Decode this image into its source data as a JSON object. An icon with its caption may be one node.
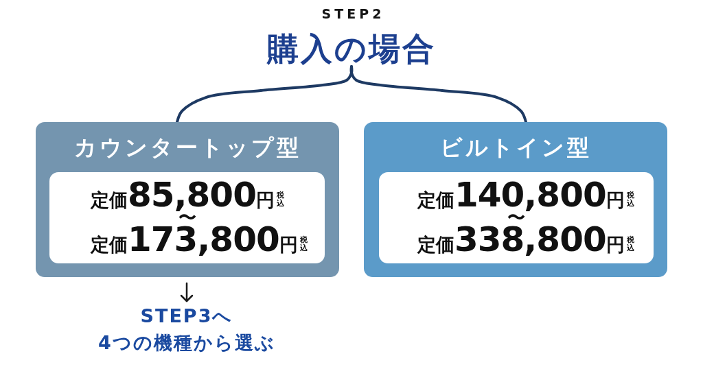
{
  "diagram": {
    "nodes": [
      {
        "text": [
          "購入の場合"
        ]
      },
      {
        "text": [
          "カウンタートップ型"
        ]
      },
      {
        "text": [
          "定価85,800円",
          "税込",
          "〜",
          "定価173,800円",
          "税込"
        ],
        "in": 1
      },
      {
        "text": [
          "ビルトイン型"
        ]
      },
      {
        "text": [
          "定価140,800円",
          "税込",
          "〜",
          "定価338,800円",
          "税込"
        ],
        "in": 3
      },
      {
        "text": [
          "STEP3へ 4つの機種から選ぶ"
        ]
      }
    ],
    "edges": [
      {
        "from": 0,
        "to": 1,
        "arrow": "none"
      },
      {
        "from": 0,
        "to": 3,
        "arrow": "none"
      },
      {
        "from": 1,
        "to": 5,
        "arrow": "to",
        "color": "#1a1a1a"
      }
    ],
    "labels": [
      "STEP2"
    ]
  }
}
